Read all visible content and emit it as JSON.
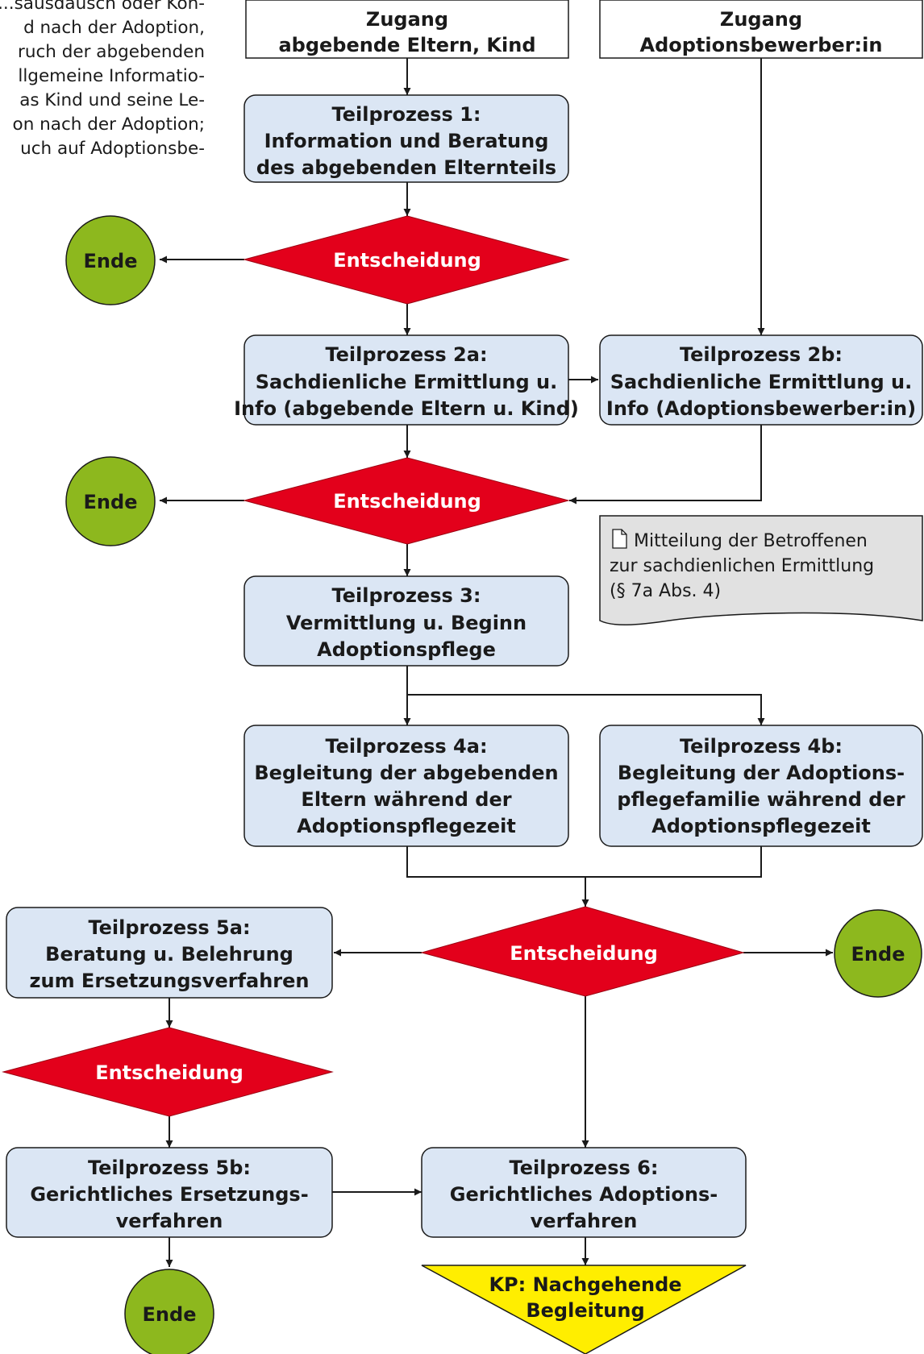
{
  "intro_text": [
    "...sausdausch oder Kon-",
    "d nach der Adoption,",
    "ruch der abgebenden",
    "llgemeine Informatio-",
    "as Kind und seine Le-",
    "on nach der Adoption;",
    "uch auf Adoptionsbe-"
  ],
  "access_parents": [
    "Zugang",
    "abgebende Eltern, Kind"
  ],
  "access_applicant": [
    "Zugang",
    "Adoptionsbewerber:in"
  ],
  "tp1": [
    "Teilprozess 1:",
    "Information und Beratung",
    "des abgebenden Elternteils"
  ],
  "tp2a": [
    "Teilprozess 2a:",
    "Sachdienliche Ermittlung u.",
    "Info (abgebende Eltern u. Kind)"
  ],
  "tp2b": [
    "Teilprozess 2b:",
    "Sachdienliche Ermittlung u.",
    "Info (Adoptionsbewerber:in)"
  ],
  "tp3": [
    "Teilprozess 3:",
    "Vermittlung u. Beginn",
    "Adoptionspflege"
  ],
  "tp4a": [
    "Teilprozess 4a:",
    "Begleitung der abgebenden",
    "Eltern während der",
    "Adoptionspflegezeit"
  ],
  "tp4b": [
    "Teilprozess 4b:",
    "Begleitung der Adoptions-",
    "pflegefamilie während der",
    "Adoptionspflegezeit"
  ],
  "tp5a": [
    "Teilprozess 5a:",
    "Beratung u. Belehrung",
    "zum Ersetzungsverfahren"
  ],
  "tp5b": [
    "Teilprozess 5b:",
    "Gerichtliches Ersetzungs-",
    "verfahren"
  ],
  "tp6": [
    "Teilprozess 6:",
    "Gerichtliches Adoptions-",
    "verfahren"
  ],
  "decision_label": "Entscheidung",
  "end_label": "Ende",
  "document_note": [
    "Mitteilung der Betroffenen",
    "zur sachdienlichen Ermittlung",
    "(§ 7a Abs. 4)"
  ],
  "document_icon": "document-icon",
  "kp": [
    "KP: Nachgehende",
    "Begleitung"
  ],
  "colors": {
    "process_fill": "#dbe6f4",
    "decision_fill": "#e3001b",
    "end_fill": "#8db81e",
    "kp_fill": "#ffee00",
    "document_fill": "#e1e1e1"
  }
}
